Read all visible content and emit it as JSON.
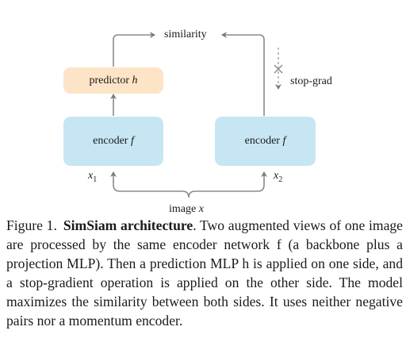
{
  "figure": {
    "similarity_label": "similarity",
    "stop_grad_label": "stop-grad",
    "predictor": {
      "text": "predictor",
      "var": "h"
    },
    "encoder_left": {
      "text": "encoder",
      "var": "f"
    },
    "encoder_right": {
      "text": "encoder",
      "var": "f"
    },
    "x1": {
      "var": "x",
      "sub": "1"
    },
    "x2": {
      "var": "x",
      "sub": "2"
    },
    "image": {
      "text": "image",
      "var": "x"
    }
  },
  "caption": {
    "figure_number": "Figure 1.",
    "title": "SimSiam architecture",
    "body": ". Two augmented views of one image are processed by the same encoder network f (a backbone plus a projection MLP). Then a prediction MLP h is applied on one side, and a stop-gradient operation is applied on the other side. The model maximizes the similarity between both sides. It uses neither negative pairs nor a momentum encoder."
  }
}
